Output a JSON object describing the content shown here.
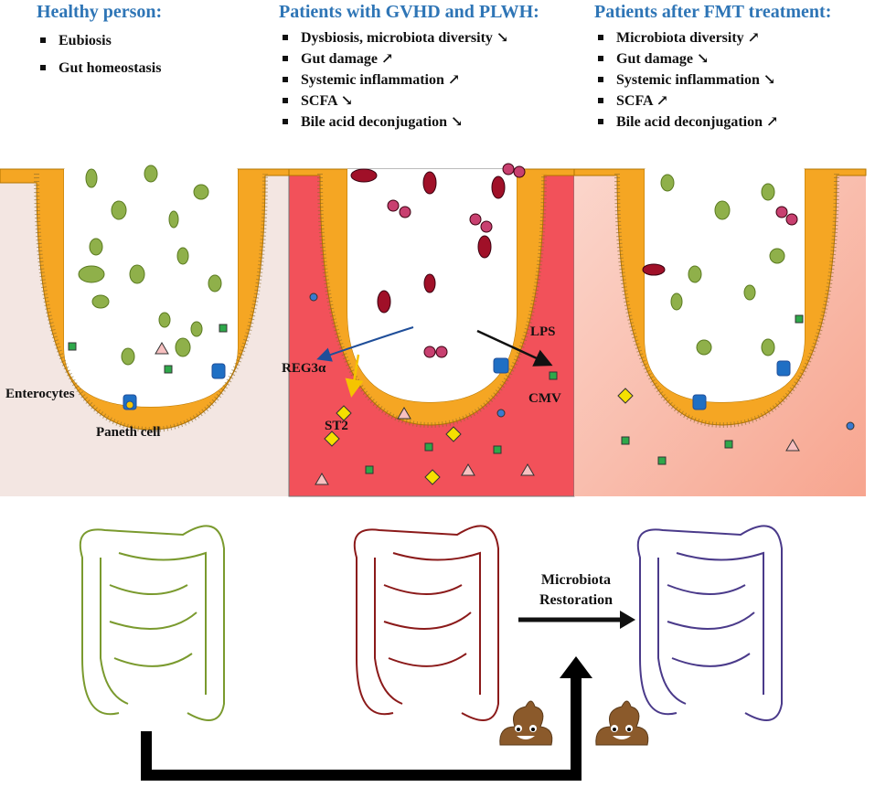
{
  "columns": [
    {
      "title": "Healthy person:",
      "items": [
        "Eubiosis",
        "Gut homeostasis"
      ]
    },
    {
      "title": "Patients with GVHD and PLWH:",
      "items": [
        "Dysbiosis, microbiota diversity ↘",
        "Gut damage ↗",
        "Systemic inflammation ↗",
        "SCFA ↘",
        "Bile acid deconjugation ↘"
      ]
    },
    {
      "title": "Patients after FMT treatment:",
      "items": [
        "Microbiota diversity ↗",
        "Gut damage ↘",
        "Systemic inflammation ↘",
        "SCFA ↗",
        "Bile acid deconjugation ↗"
      ]
    }
  ],
  "labels": {
    "enterocytes": "Enterocytes",
    "paneth": "Paneth cell",
    "reg3a": "REG3α",
    "st2": "ST2",
    "lps": "LPS",
    "cmv": "CMV",
    "restoration": [
      "Microbiota",
      "Restoration"
    ]
  },
  "colors": {
    "title": "#2e75b6",
    "healthy_tissue": "#f3e6e2",
    "inflamed_tissue": "#f2515a",
    "recovering_tissue": "#f8b8a8",
    "epithelium": "#f5a623",
    "colon_healthy": "#7a9a2e",
    "colon_patient": "#8b1a1a",
    "colon_fmt": "#4a3a8a"
  },
  "icons": [
    "poop-emoji-icon",
    "arrow-icon"
  ]
}
